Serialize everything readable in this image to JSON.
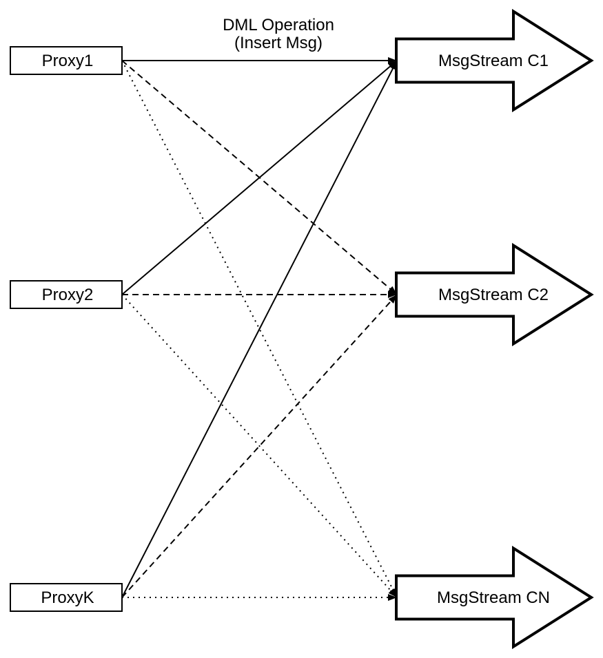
{
  "title": {
    "line1": "DML Operation",
    "line2": "(Insert Msg)"
  },
  "nodes": {
    "proxies": [
      {
        "id": "proxy1",
        "label": "Proxy1"
      },
      {
        "id": "proxy2",
        "label": "Proxy2"
      },
      {
        "id": "proxyk",
        "label": "ProxyK"
      }
    ],
    "streams": [
      {
        "id": "c1",
        "label": "MsgStream C1"
      },
      {
        "id": "c2",
        "label": "MsgStream C2"
      },
      {
        "id": "cn",
        "label": "MsgStream CN"
      }
    ]
  },
  "edges": [
    {
      "from": "Proxy1",
      "to": "MsgStream C1",
      "style": "solid"
    },
    {
      "from": "Proxy1",
      "to": "MsgStream C2",
      "style": "dashed"
    },
    {
      "from": "Proxy1",
      "to": "MsgStream CN",
      "style": "dotted"
    },
    {
      "from": "Proxy2",
      "to": "MsgStream C1",
      "style": "solid"
    },
    {
      "from": "Proxy2",
      "to": "MsgStream C2",
      "style": "dashed"
    },
    {
      "from": "Proxy2",
      "to": "MsgStream CN",
      "style": "dotted"
    },
    {
      "from": "ProxyK",
      "to": "MsgStream C1",
      "style": "solid"
    },
    {
      "from": "ProxyK",
      "to": "MsgStream C2",
      "style": "dashed"
    },
    {
      "from": "ProxyK",
      "to": "MsgStream CN",
      "style": "dotted"
    }
  ],
  "colors": {
    "stroke": "#000000",
    "fill": "#ffffff"
  }
}
